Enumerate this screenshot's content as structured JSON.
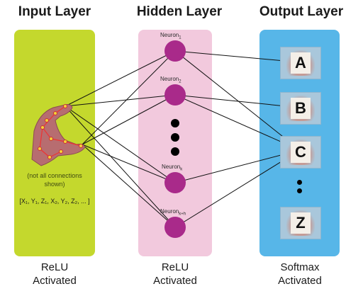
{
  "titles": {
    "input": "Input Layer",
    "hidden": "Hidden Layer",
    "output": "Output Layer"
  },
  "input": {
    "note_line1": "(not all connections",
    "note_line2": "shown)",
    "vector": "[X₁, Y₁, Z₁, X₂, Y₂, Z₂, ... ]"
  },
  "hidden": {
    "neurons": [
      {
        "label": "Neuron",
        "sub": "1"
      },
      {
        "label": "Neuron",
        "sub": "2"
      },
      {
        "label": "Neuron",
        "sub": "k"
      },
      {
        "label": "Neuron",
        "sub": "k+h"
      }
    ]
  },
  "output": {
    "letters": [
      "A",
      "B",
      "C",
      "Z"
    ]
  },
  "footers": {
    "input": [
      "ReLU",
      "Activated"
    ],
    "hidden": [
      "ReLU",
      "Activated"
    ],
    "output": [
      "Softmax",
      "Activated"
    ]
  },
  "colors": {
    "input_panel": "#c4d82d",
    "hidden_panel": "#f2c9dd",
    "output_panel": "#57b6e8",
    "neuron": "#a92a8a"
  }
}
